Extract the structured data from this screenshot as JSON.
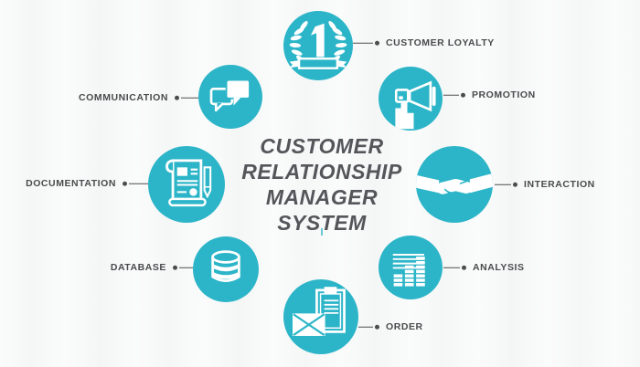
{
  "colors": {
    "accent": "#2cb5c8",
    "background": "#f7f8f8",
    "label_text": "#4a4b4d",
    "title_text": "#55565a",
    "connector": "#4d4d4f",
    "icon": "#ffffff"
  },
  "title": {
    "lines": [
      "CUSTOMER",
      "RELATIONSHIP",
      "MANAGER",
      "SYSTEM"
    ]
  },
  "nodes": [
    {
      "id": "customer-loyalty",
      "label": "CUSTOMER LOYALTY",
      "icon": "laurel-number-one-icon",
      "side": "right"
    },
    {
      "id": "promotion",
      "label": "PROMOTION",
      "icon": "megaphone-icon",
      "side": "right"
    },
    {
      "id": "interaction",
      "label": "INTERACTION",
      "icon": "handshake-icon",
      "side": "right"
    },
    {
      "id": "analysis",
      "label": "ANALYSIS",
      "icon": "bar-chart-icon",
      "side": "right"
    },
    {
      "id": "order",
      "label": "ORDER",
      "icon": "envelope-clipboard-icon",
      "side": "right"
    },
    {
      "id": "database",
      "label": "DATABASE",
      "icon": "database-cylinder-icon",
      "side": "left"
    },
    {
      "id": "documentation",
      "label": "DOCUMENTATION",
      "icon": "scroll-pen-icon",
      "side": "left"
    },
    {
      "id": "communication",
      "label": "COMMUNICATION",
      "icon": "speech-bubbles-icon",
      "side": "left"
    }
  ]
}
